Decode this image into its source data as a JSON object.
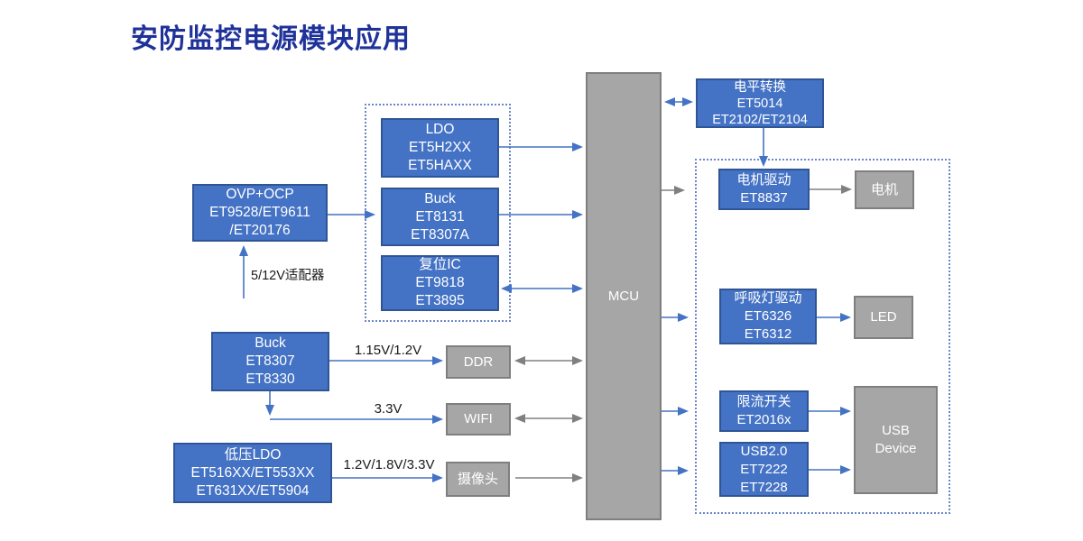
{
  "title": "安防监控电源模块应用",
  "colors": {
    "title_blue": "#1F3299",
    "chip_blue_fill": "#4472C4",
    "chip_blue_border": "#2F5597",
    "peripheral_gray_fill": "#A6A6A6",
    "peripheral_gray_border": "#7F7F7F",
    "arrow_blue": "#4472C4",
    "arrow_gray": "#808080",
    "dashed_group_border": "#6b86c8"
  },
  "nodes": {
    "ovp": {
      "lines": [
        "OVP+OCP",
        "ET9528/ET9611",
        "/ET20176"
      ]
    },
    "ldo": {
      "lines": [
        "LDO",
        "ET5H2XX",
        "ET5HAXX"
      ]
    },
    "buck1": {
      "lines": [
        "Buck",
        "ET8131",
        "ET8307A"
      ]
    },
    "reset": {
      "lines": [
        "复位IC",
        "ET9818",
        "ET3895"
      ]
    },
    "mcu": {
      "label": "MCU"
    },
    "level_shift": {
      "lines": [
        "电平转换",
        "ET5014",
        "ET2102/ET2104"
      ]
    },
    "motor_drive": {
      "lines": [
        "电机驱动",
        "ET8837"
      ]
    },
    "motor": {
      "label": "电机"
    },
    "breath_led_drive": {
      "lines": [
        "呼吸灯驱动",
        "ET6326",
        "ET6312"
      ]
    },
    "led": {
      "label": "LED"
    },
    "current_limit_switch": {
      "lines": [
        "限流开关",
        "ET2016x"
      ]
    },
    "usb2": {
      "lines": [
        "USB2.0",
        "ET7222",
        "ET7228"
      ]
    },
    "usb_device": {
      "lines": [
        "USB",
        "Device"
      ]
    },
    "buck2": {
      "lines": [
        "Buck",
        "ET8307",
        "ET8330"
      ]
    },
    "ddr": {
      "label": "DDR"
    },
    "wifi": {
      "label": "WIFI"
    },
    "low_ldo": {
      "lines": [
        "低压LDO",
        "ET516XX/ET553XX",
        "ET631XX/ET5904"
      ]
    },
    "camera": {
      "label": "摄像头"
    }
  },
  "labels": {
    "adapter": "5/12V适配器",
    "v_ddr": "1.15V/1.2V",
    "v_wifi": "3.3V",
    "v_camera": "1.2V/1.8V/3.3V"
  }
}
